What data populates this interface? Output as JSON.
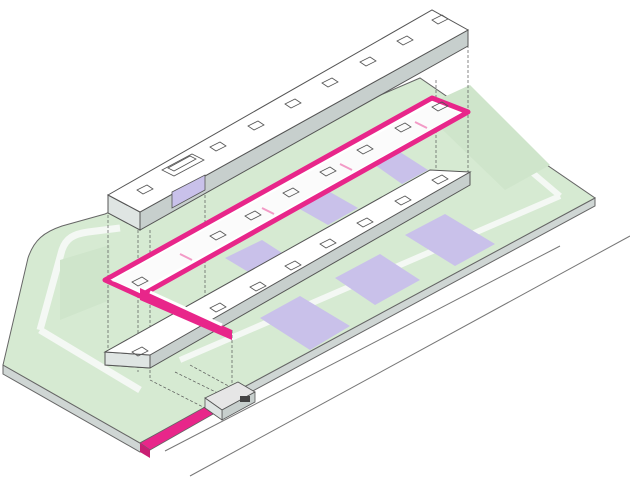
{
  "figure": {
    "type": "exploded-axonometric-diagram",
    "caption": "",
    "colors": {
      "background": "#ffffff",
      "line": "#555555",
      "site_green": "#d6ead2",
      "site_green_dark": "#cfe5cb",
      "path_white": "#f4f8f4",
      "court_purple": "#c9c1ea",
      "highlight_magenta": "#e8268a",
      "block_top": "#ffffff",
      "block_side": "#c7cfcd",
      "block_front": "#dfe5e3",
      "ground_edge": "#bdbdbd"
    },
    "layers": [
      {
        "name": "roof-block",
        "openings": 9
      },
      {
        "name": "upper-walkway",
        "openings": 9,
        "highlight": true
      },
      {
        "name": "middle-slab",
        "openings": 10
      },
      {
        "name": "site-plane",
        "courts": 7,
        "green_areas": 6
      }
    ]
  }
}
